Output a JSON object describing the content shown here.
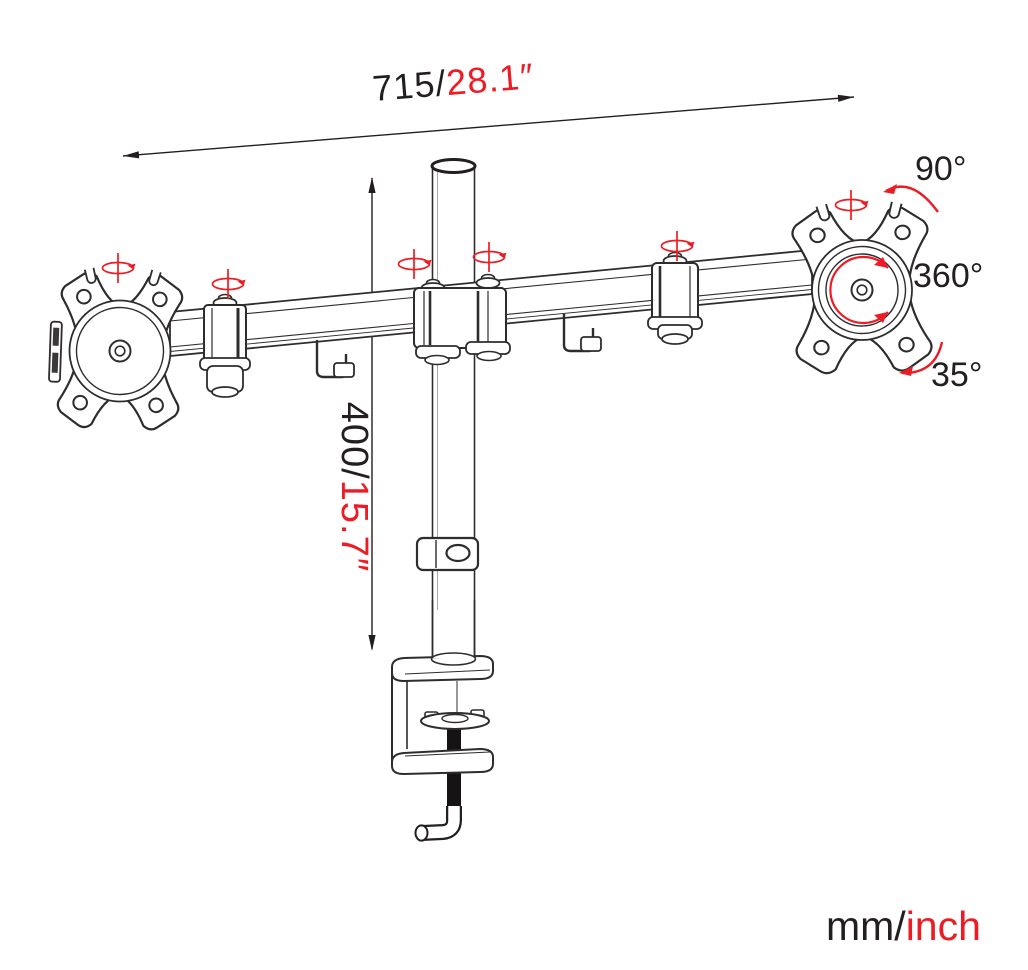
{
  "diagram": {
    "width_dimension": {
      "mm": "715/",
      "inch": "28.1″"
    },
    "height_dimension": {
      "mm": "400/",
      "inch": "15.7″"
    },
    "rotation_angles": {
      "swivel": "90°",
      "rotation": "360°",
      "tilt": "35°"
    },
    "unit_legend": {
      "mm": "mm/",
      "inch": "inch"
    },
    "colors": {
      "accent_red": "#ed1c24",
      "ink_black": "#231f20"
    },
    "icons": {
      "rotation_axis": "rotation-axis-icon",
      "width_arrow": "double-headed-arrow-icon",
      "height_arrow": "double-headed-arrow-icon",
      "swivel_arc": "curved-arrow-icon",
      "rotation_circle": "circular-arrow-icon",
      "tilt_arc": "curved-arrow-icon"
    }
  }
}
